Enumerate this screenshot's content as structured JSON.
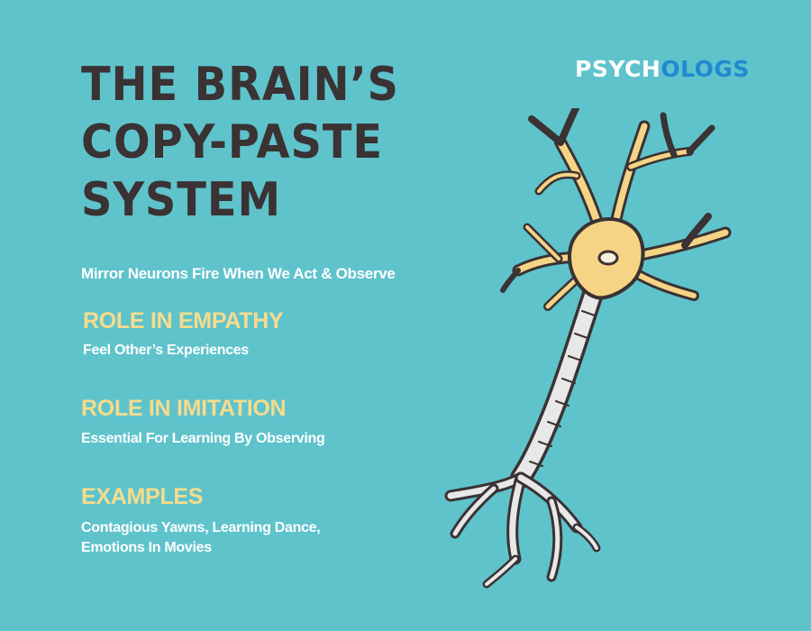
{
  "title": {
    "line1": "THE BRAIN’S",
    "line2": "COPY-PASTE",
    "line3": "SYSTEM"
  },
  "logo": {
    "part1": "PSYCH",
    "part2": "OLOGS"
  },
  "subtitle": "Mirror Neurons Fire When We Act & Observe",
  "sections": [
    {
      "heading": "ROLE IN EMPATHY",
      "lines": [
        "Feel Other’s Experiences"
      ]
    },
    {
      "heading": "ROLE IN IMITATION",
      "lines": [
        "Essential For Learning By Observing"
      ]
    },
    {
      "heading": "EXAMPLES",
      "lines": [
        "Contagious Yawns, Learning Dance,",
        "Emotions In Movies"
      ]
    }
  ],
  "colors": {
    "background": "#5fc3cc",
    "title": "#3a3233",
    "heading": "#f6dc8c",
    "body_text": "#ffffff",
    "logo_accent": "#1f8ad0",
    "neuron_body": "#f5d485",
    "axon": "#e8e8e8"
  },
  "illustration": "neuron-illustration"
}
